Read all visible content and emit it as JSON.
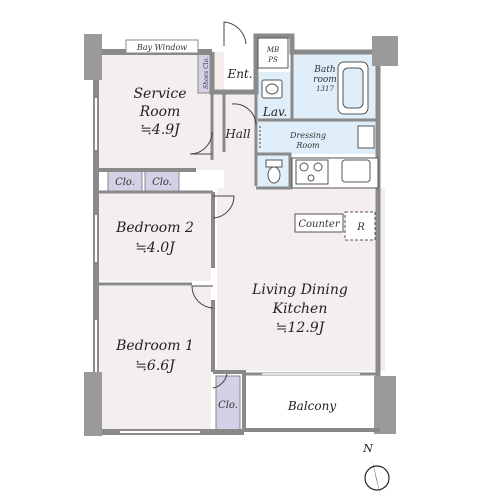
{
  "rooms": {
    "service_room": {
      "name_line1": "Service",
      "name_line2": "Room",
      "area": "≒4.9J"
    },
    "bedroom2": {
      "name": "Bedroom 2",
      "area": "≒4.0J"
    },
    "bedroom1": {
      "name": "Bedroom 1",
      "area": "≒6.6J"
    },
    "ldk": {
      "name_line1": "Living Dining",
      "name_line2": "Kitchen",
      "area": "≒12.9J"
    }
  },
  "labels": {
    "bay_window": "Bay Window",
    "shoes_clo": "Shoes Clo.",
    "entrance": "Ent.",
    "mb": "MB",
    "ps": "PS",
    "bath_line1": "Bath",
    "bath_line2": "room",
    "bath_size": "1317",
    "lav": "Lav.",
    "hall": "Hall",
    "dressing_line1": "Dressing",
    "dressing_line2": "Room",
    "clo_a": "Clo.",
    "clo_b": "Clo.",
    "clo_c": "Clo.",
    "counter": "Counter",
    "r": "R",
    "balcony": "Balcony",
    "north": "N"
  },
  "colors": {
    "floor": "#f4eeee",
    "wet_area": "#dfeef8",
    "closet": "#d4d0e6",
    "wall": "#8a8a8a",
    "column": "#9a9a9a"
  }
}
